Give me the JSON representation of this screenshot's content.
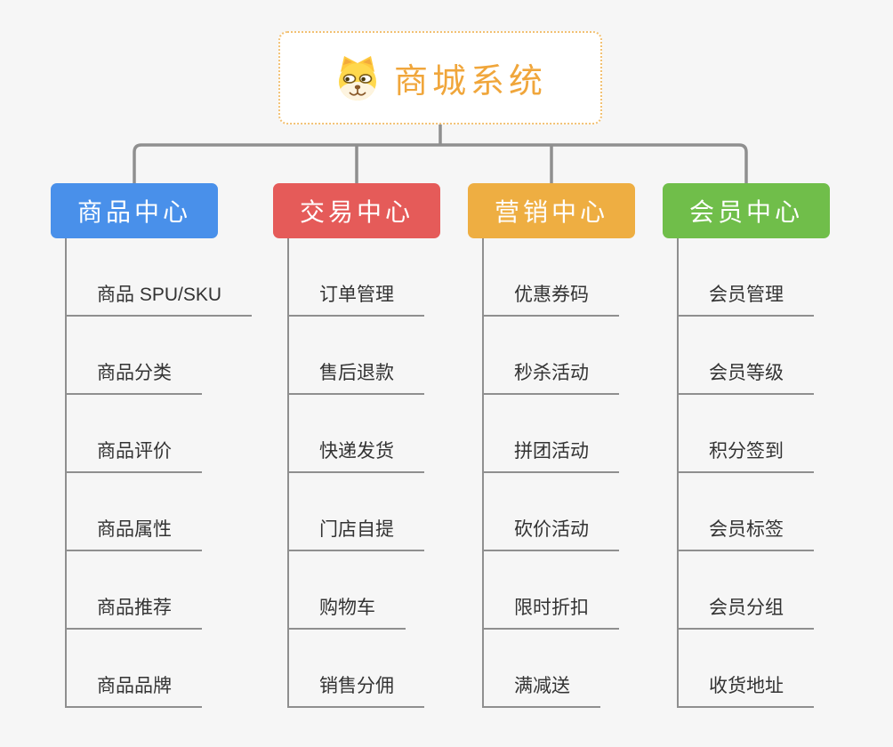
{
  "root": {
    "title": "商城系统",
    "icon": "dog-face-icon"
  },
  "branches": [
    {
      "label": "商品中心",
      "color": "#4990EA",
      "children": [
        "商品 SPU/SKU",
        "商品分类",
        "商品评价",
        "商品属性",
        "商品推荐",
        "商品品牌"
      ]
    },
    {
      "label": "交易中心",
      "color": "#E55B59",
      "children": [
        "订单管理",
        "售后退款",
        "快递发货",
        "门店自提",
        "购物车",
        "销售分佣"
      ]
    },
    {
      "label": "营销中心",
      "color": "#EEAE42",
      "children": [
        "优惠券码",
        "秒杀活动",
        "拼团活动",
        "砍价活动",
        "限时折扣",
        "满减送"
      ]
    },
    {
      "label": "会员中心",
      "color": "#70BE4A",
      "children": [
        "会员管理",
        "会员等级",
        "积分签到",
        "会员标签",
        "会员分组",
        "收货地址"
      ]
    }
  ],
  "colors": {
    "background": "#f6f6f6",
    "connector": "#8f8f8f",
    "item_text": "#333333",
    "root_title": "#F0A63B",
    "root_border": "#F2C173",
    "root_background": "#ffffff",
    "header_text": "#ffffff"
  }
}
